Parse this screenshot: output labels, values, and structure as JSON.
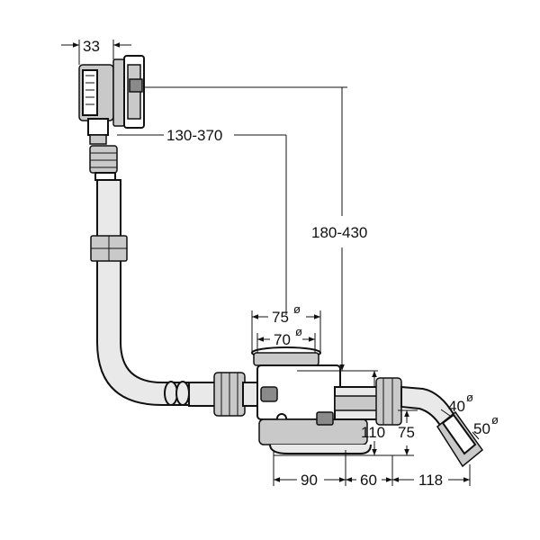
{
  "dimensions": {
    "overflow_width": "33",
    "cable_length": "130-370",
    "overflow_height": "180-430",
    "outlet_diameter_outer": "75",
    "outlet_diameter_inner": "70",
    "diameter_symbol": "ø",
    "trap_height": "110",
    "trap_height_inner": "75",
    "horizontal_1": "90",
    "horizontal_2": "60",
    "horizontal_3": "118",
    "pipe_diameter_40": "40",
    "pipe_diameter_50": "50"
  }
}
